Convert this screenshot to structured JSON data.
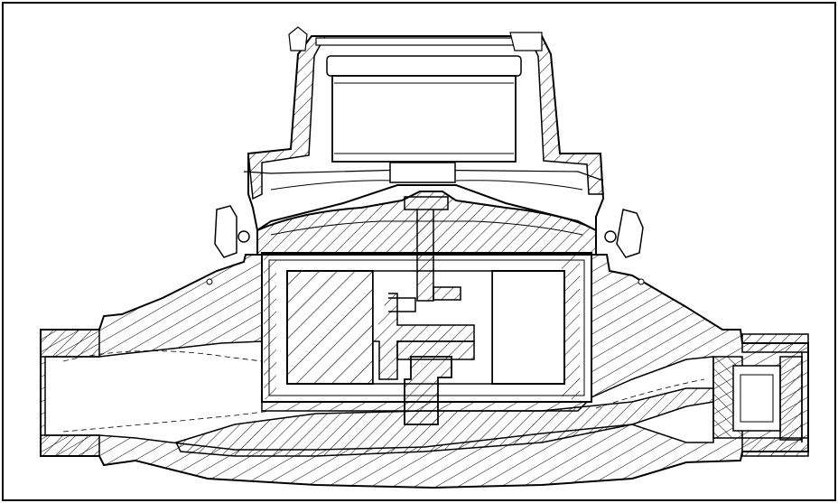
{
  "figure": {
    "kind": "technical-cross-section-drawing",
    "style": "black line art with diagonal hatching on white",
    "colors": {
      "line": "#000000",
      "background": "#ffffff"
    },
    "components": [
      "register-housing",
      "register-dial-drum",
      "register-cover",
      "transmission-spindle",
      "magnetic-coupling",
      "measuring-chamber",
      "rotor",
      "meter-body",
      "inlet-port",
      "outlet-port",
      "outlet-strainer"
    ]
  }
}
